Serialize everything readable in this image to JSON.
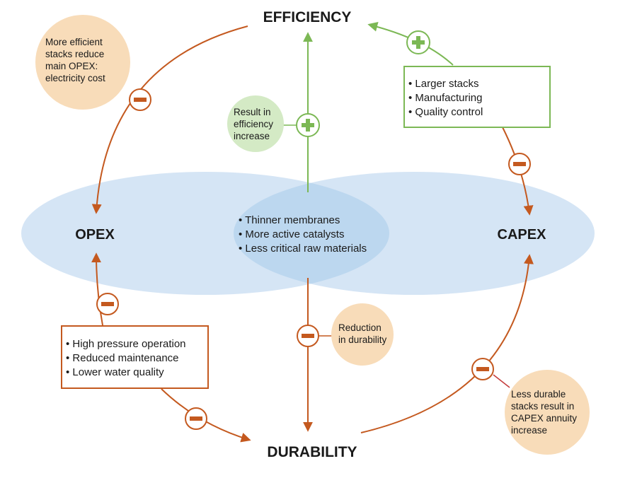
{
  "nodes": {
    "efficiency": "EFFICIENCY",
    "opex": "OPEX",
    "capex": "CAPEX",
    "durability": "DURABILITY"
  },
  "center": {
    "items": [
      "• Thinner membranes",
      "• More active catalysts",
      "• Less critical raw materials"
    ]
  },
  "notes": {
    "opex_efficiency": [
      "More efficient",
      "stacks reduce",
      "main OPEX:",
      "electricity cost"
    ],
    "efficiency_increase": [
      "Result in",
      "efficiency",
      "increase"
    ],
    "durability_reduction": [
      "Reduction",
      "in durability"
    ],
    "capex_annuity": [
      "Less durable",
      "stacks result in",
      "CAPEX annuity",
      "increase"
    ]
  },
  "boxes": {
    "capex_factors": [
      "• Larger stacks",
      "• Manufacturing",
      "• Quality control"
    ],
    "opex_factors": [
      "• High pressure operation",
      "• Reduced maintenance",
      "• Lower water quality"
    ]
  },
  "colors": {
    "orange": "#c4591f",
    "green": "#7cb855",
    "peach": "#f8dcb9",
    "light_green": "#d4eac5",
    "ellipse": "#d5e5f5",
    "overlap": "#bcd7ef"
  }
}
